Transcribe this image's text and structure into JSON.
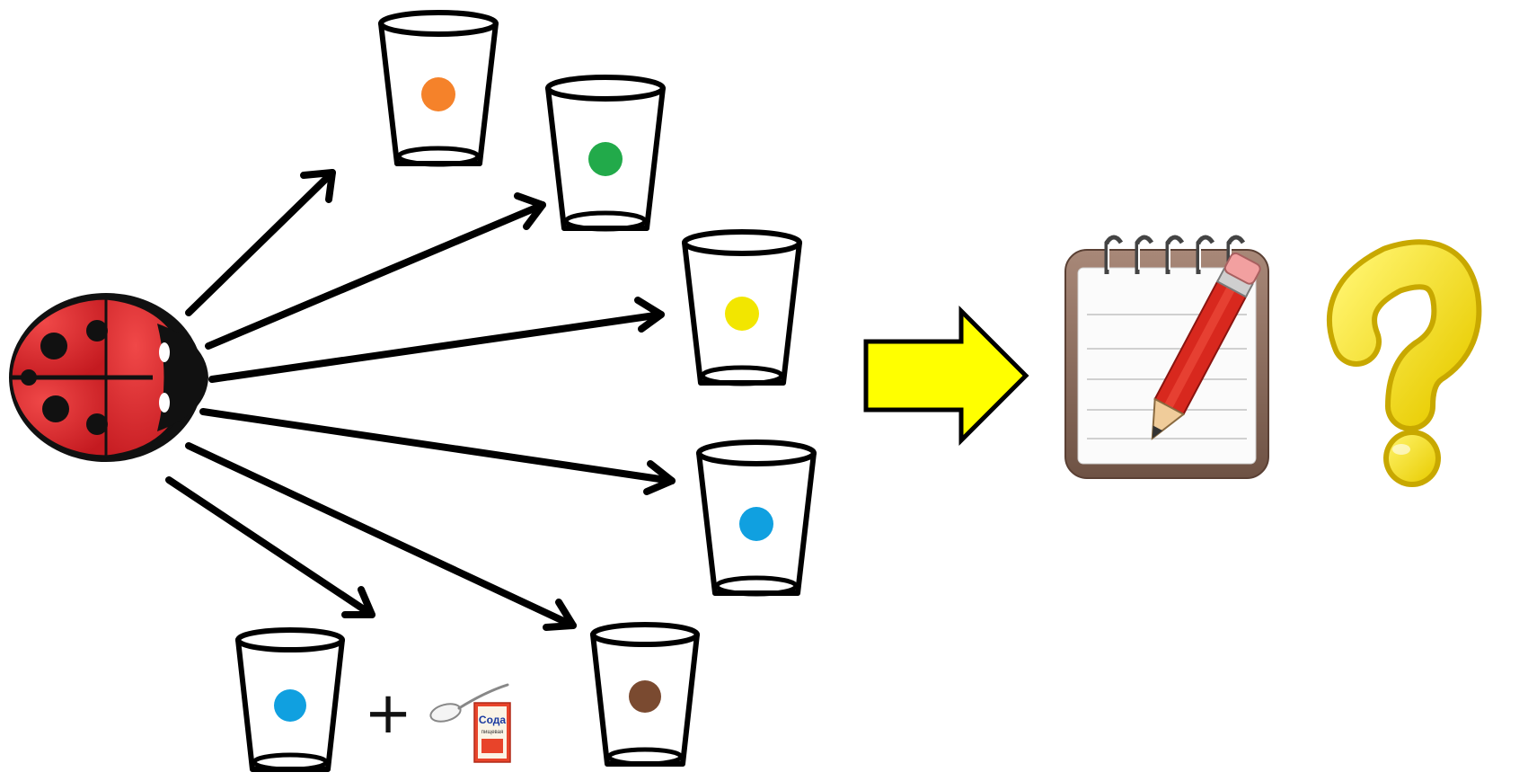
{
  "colors": {
    "orange_dot": "#f5822a",
    "green_dot": "#22aa4a",
    "yellow_dot": "#f2e600",
    "cyan_dot": "#10a0e0",
    "cyan_dot_soda": "#10a0e0",
    "brown_dot": "#7a4a30",
    "ladybug_red": "#d8242a",
    "ladybug_black": "#111111",
    "big_arrow_fill": "#ffff00",
    "question_yellow": "#f0dc10",
    "question_outline": "#c8a800",
    "notepad_frame": "#8a6a5a",
    "pencil_red": "#d8281e"
  },
  "glasses": [
    {
      "id": "orange",
      "dot": "orange_dot"
    },
    {
      "id": "green",
      "dot": "green_dot"
    },
    {
      "id": "yellow",
      "dot": "yellow_dot"
    },
    {
      "id": "cyan",
      "dot": "cyan_dot"
    },
    {
      "id": "brown",
      "dot": "brown_dot"
    },
    {
      "id": "cyan-soda",
      "dot": "cyan_dot_soda"
    }
  ],
  "plus_sign": "+",
  "soda_box": {
    "label": "Сода",
    "sublabel": "пищевая"
  },
  "icons": {
    "source": "ladybug-icon",
    "transition": "right-arrow-icon",
    "record": "notepad-pencil-icon",
    "result": "question-mark-icon"
  }
}
